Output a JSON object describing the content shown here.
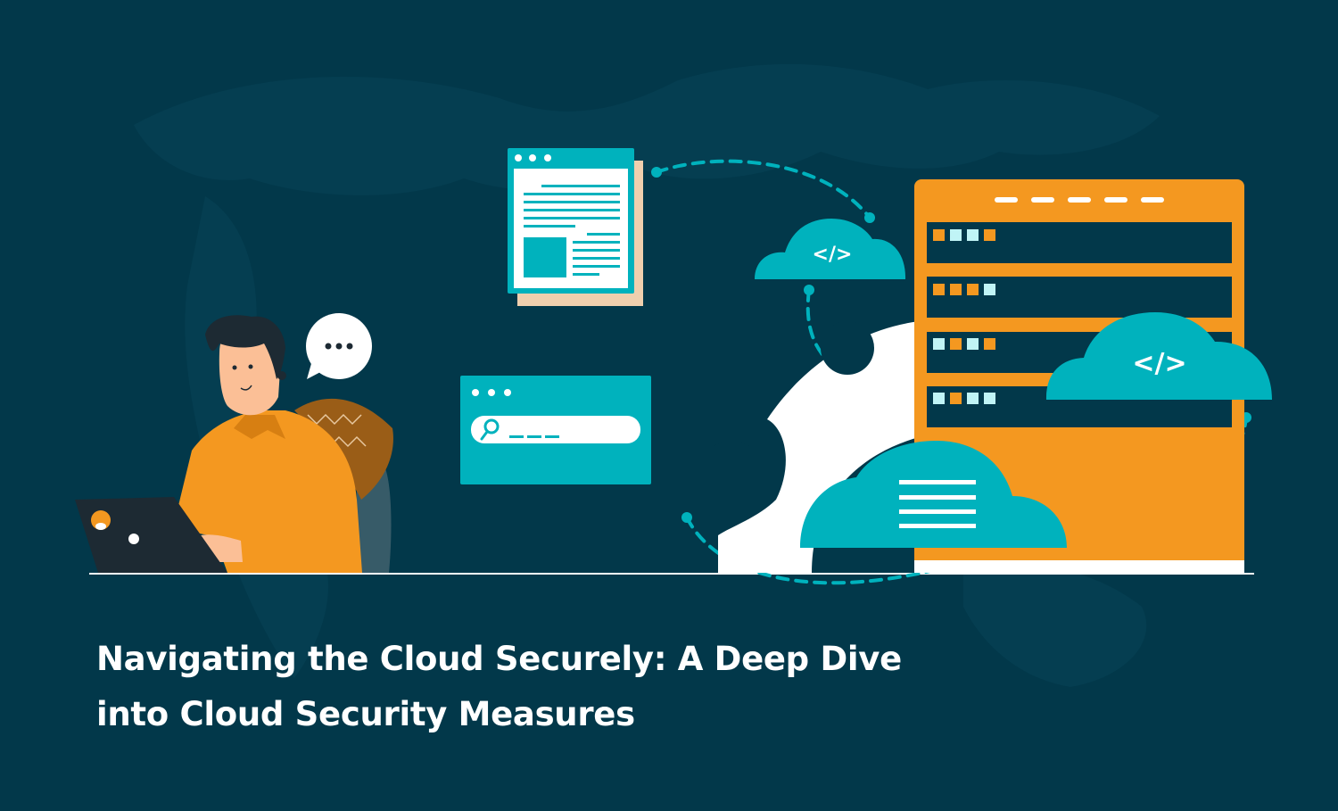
{
  "banner": {
    "title_line1": "Navigating the Cloud Securely: A Deep Dive",
    "title_line2": "into Cloud Security Measures",
    "speech_bubble_text": "•••",
    "cloud_top_code": "</>",
    "cloud_right_code": "</>"
  },
  "colors": {
    "background": "#02384a",
    "teal": "#00b2bd",
    "orange": "#f49820",
    "white": "#ffffff",
    "light_cyan": "#c0f4f6",
    "peach": "#efcfae",
    "dark_ink": "#1d2a33"
  },
  "icons": [
    "web-page-icon",
    "search-window-icon",
    "server-rack-icon",
    "gear-icon",
    "cloud-code-icon",
    "cloud-document-icon",
    "speech-bubble-icon",
    "laptop-icon",
    "person-illustration"
  ],
  "server": {
    "rows": [
      [
        "orange",
        "cyan",
        "cyan",
        "orange"
      ],
      [
        "orange",
        "orange",
        "orange",
        "cyan"
      ],
      [
        "cyan",
        "orange",
        "cyan",
        "orange"
      ],
      [
        "cyan",
        "orange",
        "cyan",
        "cyan"
      ]
    ]
  }
}
